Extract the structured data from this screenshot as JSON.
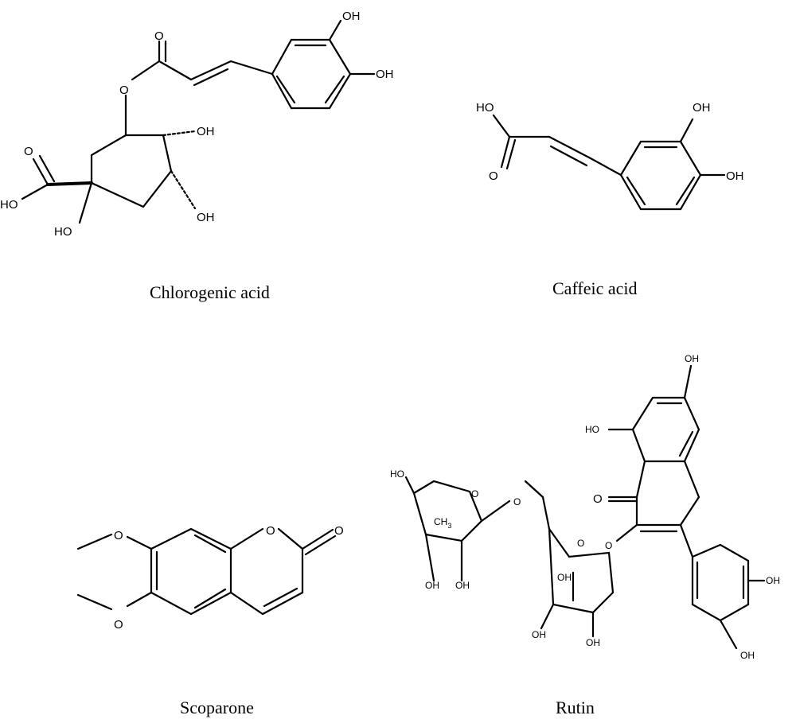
{
  "compounds": [
    {
      "name": "Chlorogenic acid"
    },
    {
      "name": "Caffeic acid"
    },
    {
      "name": "Scoparone"
    },
    {
      "name": "Rutin"
    }
  ],
  "atoms": {
    "oh": "OH",
    "ho": "HO",
    "o": "O",
    "ch3": "CH",
    "sub3": "3"
  }
}
